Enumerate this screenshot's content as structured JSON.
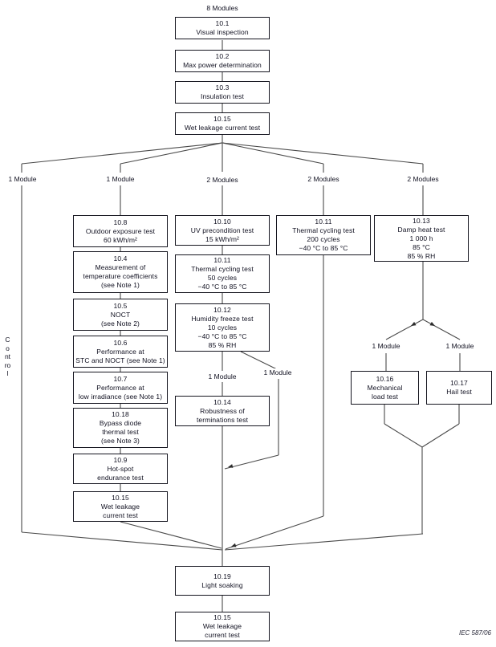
{
  "figure": {
    "top_label": "8 Modules",
    "control_label": "Control",
    "credit": "IEC  587/06"
  },
  "branch_labels": {
    "col1": "1 Module",
    "col2": "1 Module",
    "col3": "2 Modules",
    "col4": "2 Modules",
    "col5": "2 Modules",
    "sub_left": "1 Module",
    "sub_right": "1 Module",
    "mechanical": "1 Module",
    "hail": "1 Module"
  },
  "nodes": {
    "n10_1": {
      "num": "10.1",
      "l1": "Visual inspection"
    },
    "n10_2": {
      "num": "10.2",
      "l1": "Max power determination"
    },
    "n10_3": {
      "num": "10.3",
      "l1": "Insulation test"
    },
    "n10_15a": {
      "num": "10.15",
      "l1": "Wet leakage current test"
    },
    "n10_8": {
      "num": "10.8",
      "l1": "Outdoor exposure test",
      "l2": "60 kWh/m²"
    },
    "n10_4": {
      "num": "10.4",
      "l1": "Measurement of",
      "l2": "temperature coefficients",
      "l3": "(see Note 1)"
    },
    "n10_5": {
      "num": "10.5",
      "l1": "NOCT",
      "l2": "(see Note 2)"
    },
    "n10_6": {
      "num": "10.6",
      "l1": "Performance at",
      "l2": "STC and NOCT (see Note 1)"
    },
    "n10_7": {
      "num": "10.7",
      "l1": "Performance at",
      "l2": "low irradiance (see Note 1)"
    },
    "n10_18": {
      "num": "10.18",
      "l1": "Bypass diode",
      "l2": "thermal test",
      "l3": "(see Note 3)"
    },
    "n10_9": {
      "num": "10.9",
      "l1": "Hot-spot",
      "l2": "endurance test"
    },
    "n10_15b": {
      "num": "10.15",
      "l1": "Wet leakage",
      "l2": "current test"
    },
    "n10_10": {
      "num": "10.10",
      "l1": "UV precondition test",
      "l2": "15 kWh/m²"
    },
    "n10_11a": {
      "num": "10.11",
      "l1": "Thermal cycling test",
      "l2": "50 cycles",
      "l3": "−40 °C to 85 °C"
    },
    "n10_12": {
      "num": "10.12",
      "l1": "Humidity freeze test",
      "l2": "10 cycles",
      "l3": "−40 °C to 85 °C",
      "l4": "85 % RH"
    },
    "n10_14": {
      "num": "10.14",
      "l1": "Robustness of",
      "l2": "terminations test"
    },
    "n10_11b": {
      "num": "10.11",
      "l1": "Thermal cycling test",
      "l2": "200 cycles",
      "l3": "−40 °C to 85 °C"
    },
    "n10_13": {
      "num": "10.13",
      "l1": "Damp heat test",
      "l2": "1 000 h",
      "l3": "85 °C",
      "l4": "85 % RH"
    },
    "n10_16": {
      "num": "10.16",
      "l1": "Mechanical",
      "l2": "load test"
    },
    "n10_17": {
      "num": "10.17",
      "l1": "Hail test"
    },
    "n10_19": {
      "num": "10.19",
      "l1": "Light soaking"
    },
    "n10_15c": {
      "num": "10.15",
      "l1": "Wet leakage",
      "l2": "current test"
    }
  },
  "colors": {
    "line": "#4a4a4a",
    "box_border": "#15151f",
    "text": "#101020"
  }
}
